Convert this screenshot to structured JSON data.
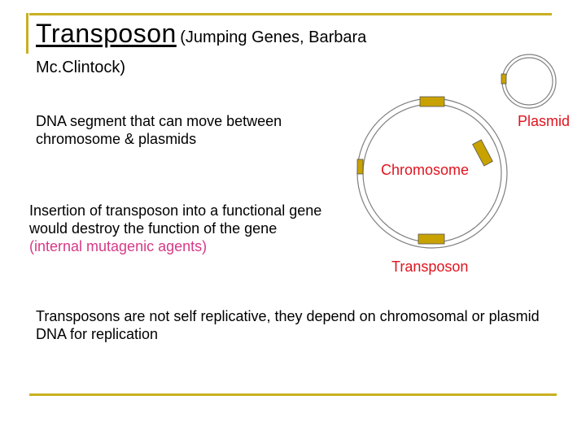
{
  "slide": {
    "title": "Transposon",
    "title_sub": "(Jumping Genes, Barbara",
    "title_sub_line2": "Mc.Clintock)",
    "definition": "DNA segment that can move between chromosome & plasmids",
    "insertion_text": "Insertion of transposon into a functional gene would destroy the function of the gene ",
    "insertion_highlight": "(internal mutagenic agents)",
    "bottom_text": "Transposons are not self replicative, they depend on chromosomal or plasmid DNA for replication"
  },
  "diagram": {
    "labels": {
      "plasmid": "Plasmid",
      "chromosome": "Chromosome",
      "transposon": "Transposon"
    },
    "colors": {
      "accent_rule": "#c9b020",
      "transposon_fill": "#c8a200",
      "label_red": "#e0141e",
      "highlight_pink": "#d63a86",
      "ring_stroke": "#808080"
    }
  }
}
